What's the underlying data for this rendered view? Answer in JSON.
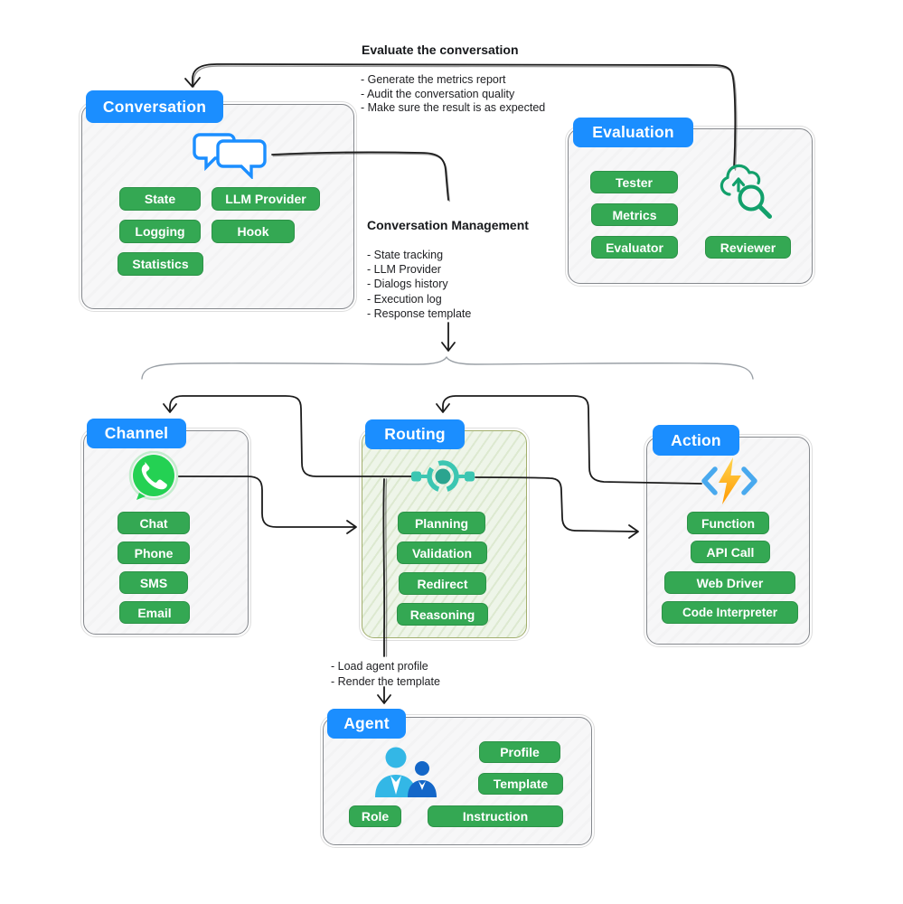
{
  "labels": {
    "evaluate_title": "Evaluate the conversation",
    "evaluate_bullets": [
      "- Generate the metrics report",
      "- Audit the conversation quality",
      "- Make sure the result is as expected"
    ],
    "conv_mgmt_title": "Conversation Management",
    "conv_mgmt_bullets": [
      "- State tracking",
      "- LLM Provider",
      "- Dialogs history",
      "- Execution log",
      "- Response template"
    ],
    "agent_bullets": [
      "- Load agent profile",
      "- Render the template"
    ]
  },
  "boxes": {
    "conversation": {
      "title": "Conversation",
      "icon": "chat-bubbles-icon",
      "pills": [
        "State",
        "LLM Provider",
        "Logging",
        "Hook",
        "Statistics"
      ]
    },
    "evaluation": {
      "title": "Evaluation",
      "icon": "cloud-search-icon",
      "pills": [
        "Tester",
        "Metrics",
        "Evaluator",
        "Reviewer"
      ]
    },
    "channel": {
      "title": "Channel",
      "icon": "whatsapp-icon",
      "pills": [
        "Chat",
        "Phone",
        "SMS",
        "Email"
      ]
    },
    "routing": {
      "title": "Routing",
      "icon": "router-hub-icon",
      "pills": [
        "Planning",
        "Validation",
        "Redirect",
        "Reasoning"
      ]
    },
    "action": {
      "title": "Action",
      "icon": "function-bolt-icon",
      "pills": [
        "Function",
        "API Call",
        "Web Driver",
        "Code Interpreter"
      ]
    },
    "agent": {
      "title": "Agent",
      "icon": "agents-icon",
      "pills": [
        "Profile",
        "Template",
        "Role",
        "Instruction"
      ]
    }
  },
  "colors": {
    "header_blue": "#1b8eff",
    "pill_green": "#34a853",
    "routing_teal": "#3cc6b2",
    "routing_teal_dark": "#2ba48f",
    "whatsapp_green": "#24d153",
    "bolt_orange": "#ff9800",
    "bolt_yellow": "#ffd54f",
    "bracket_blue": "#49a9ee",
    "evaluation_icon_green": "#12a06b",
    "agent_cyan": "#33b7e6",
    "agent_dark_blue": "#1467c8",
    "wire_black": "#1c1c1c",
    "brace_gray": "#9aa0a6"
  }
}
